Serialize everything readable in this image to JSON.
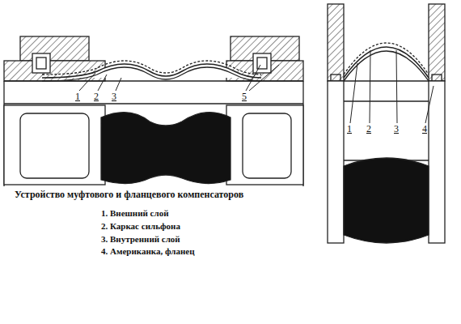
{
  "diagram": {
    "caption": "Устройство муфтового и фланцевого компенсаторов",
    "labels": [
      "1",
      "2",
      "3",
      "5",
      "1",
      "2",
      "3",
      "4",
      "1. Внешний слой",
      "2. Каркас сильфона",
      "3. Внутренний слой",
      "4. Американка, фланец"
    ]
  }
}
